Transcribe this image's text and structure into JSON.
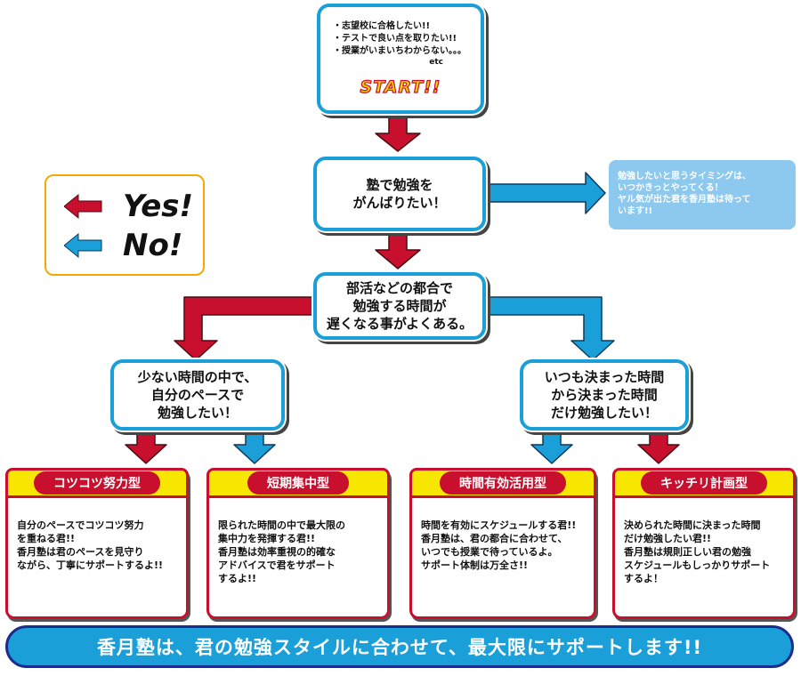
{
  "start": {
    "lines": [
      "・志望校に合格したい!!",
      "・テストで良い点を取りたい!!",
      "・授業がいまいちわからない。。。"
    ],
    "etc": "etc",
    "label": "START!!"
  },
  "q1": {
    "lines": [
      "塾で勉強を",
      "がんばりたい！"
    ]
  },
  "note_no": {
    "lines": [
      "勉強したいと思うタイミングは、",
      "いつかきっとやってくる！",
      "ヤル気が出た君を香月塾は待って",
      "います!!"
    ]
  },
  "legend": {
    "yes": "Yes!",
    "no": "No!"
  },
  "q2": {
    "lines": [
      "部活などの都合で",
      "勉強する時間が",
      "遅くなる事がよくある。"
    ]
  },
  "q3a": {
    "lines": [
      "少ない時間の中で、",
      "自分のペースで",
      "勉強したい！"
    ]
  },
  "q3b": {
    "lines": [
      "いつも決まった時間",
      "から決まった時間",
      "だけ勉強したい！"
    ]
  },
  "types": [
    {
      "title": "コツコツ努力型",
      "lines": [
        "自分のペースでコツコツ努力",
        "を重ねる君!!",
        "香月塾は君のペースを見守り",
        "ながら、丁寧にサポートするよ!!"
      ]
    },
    {
      "title": "短期集中型",
      "lines": [
        "限られた時間の中で最大限の",
        "集中力を発揮する君!!",
        "香月塾は効率重視の的確な",
        "アドバイスで君をサポート",
        "するよ!!"
      ]
    },
    {
      "title": "時間有効活用型",
      "lines": [
        "時間を有効にスケジュールする君!!",
        "香月塾は、君の都合に合わせて、",
        "いつでも授業で待っているよ。",
        "サポート体制は万全さ!!"
      ]
    },
    {
      "title": "キッチリ計画型",
      "lines": [
        "決められた時間に決まった時間",
        "だけ勉強したい君!!",
        "香月塾は規則正しい君の勉強",
        "スケジュールもしっかりサポート",
        "するよ！"
      ]
    }
  ],
  "footer": "香月塾は、君の勉強スタイルに合わせて、最大限にサポートします!!",
  "colors": {
    "yes": "#c8102e",
    "no": "#1a9fd9",
    "header_bg": "#f7e600",
    "note_bg": "#8dc8ee",
    "legend_border": "#f2a900"
  }
}
